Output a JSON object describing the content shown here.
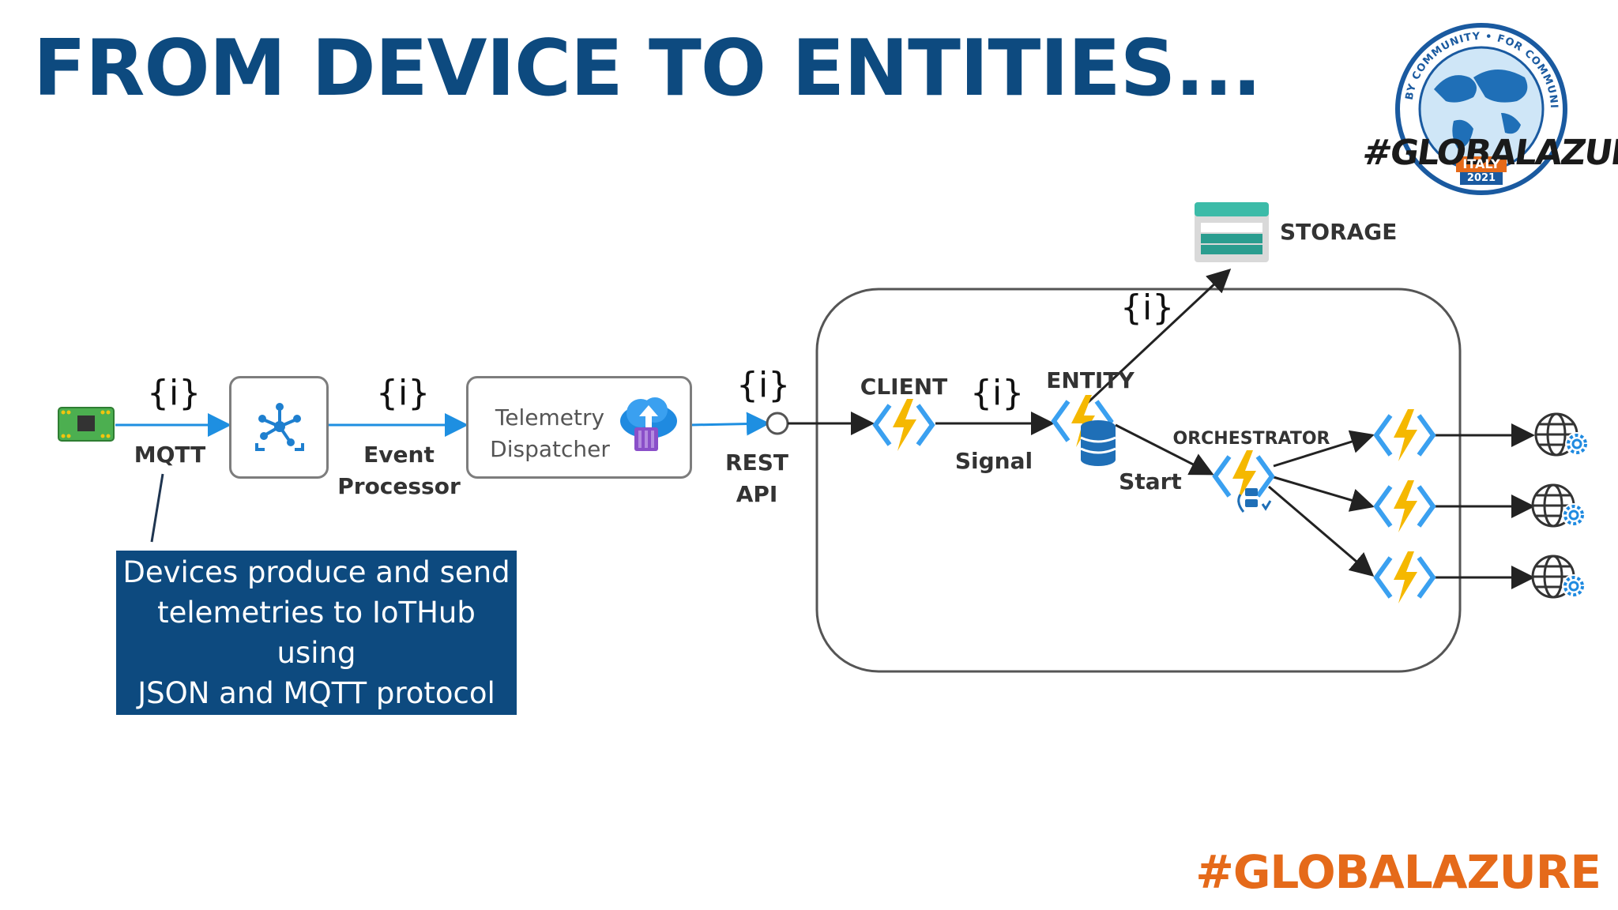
{
  "title": "FROM DEVICE TO ENTITIES...",
  "footer": "#GLOBALAZURE",
  "logo": {
    "ring_text": "BY COMMUNITY • FOR COMMUNITY",
    "main_text": "#GLOBALAZURE",
    "country": "ITALY",
    "year": "2021"
  },
  "nodes": {
    "mqtt": "MQTT",
    "event_processor_line1": "Event",
    "event_processor_line2": "Processor",
    "dispatcher_line1": "Telemetry",
    "dispatcher_line2": "Dispatcher",
    "rest_line1": "REST",
    "rest_line2": "API",
    "client": "CLIENT",
    "signal": "Signal",
    "entity": "ENTITY",
    "start": "Start",
    "orchestrator": "ORCHESTRATOR",
    "storage": "STORAGE"
  },
  "json_token": "{i}",
  "callout": {
    "line1": "Devices produce and send",
    "line2": "telemetries to IoTHub using",
    "line3": "JSON and MQTT protocol"
  },
  "icons": [
    "device-board-icon",
    "iot-hub-icon",
    "cloud-upload-icon",
    "function-icon",
    "database-icon",
    "orchestrator-function-icon",
    "storage-icon",
    "globe-gear-icon"
  ],
  "colors": {
    "title": "#0d4a7f",
    "callout_bg": "#0d4a7f",
    "footer": "#e56a1a",
    "arrow_blue": "#1e8fe1",
    "function_yellow": "#f5b800",
    "function_blue": "#3aa0f0"
  }
}
